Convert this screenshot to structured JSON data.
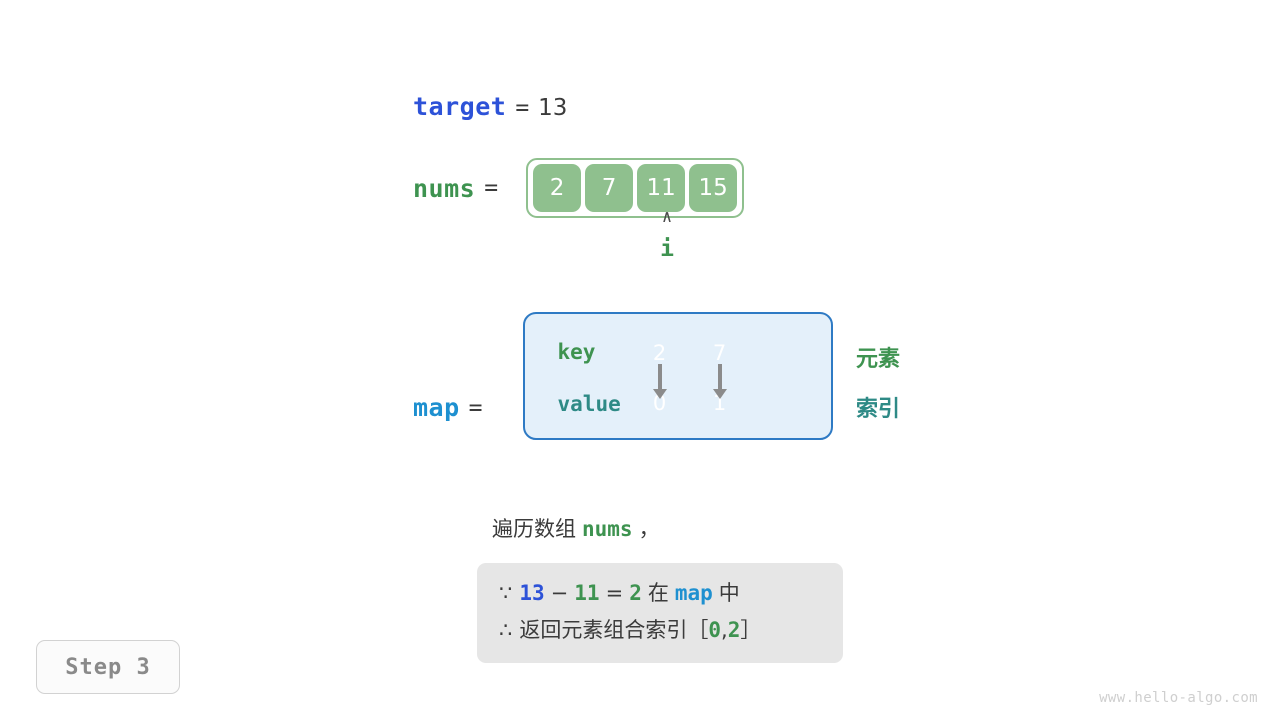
{
  "target": {
    "name": "target",
    "equals": "=",
    "value": "13"
  },
  "nums": {
    "name": "nums",
    "equals": "=",
    "cells": [
      "2",
      "7",
      "11",
      "15"
    ]
  },
  "pointer": {
    "caret": "∧",
    "label": "i",
    "points_to_index": 2
  },
  "map": {
    "name": "map",
    "equals": "=",
    "row_labels": {
      "key": "key",
      "value": "value"
    },
    "entries": [
      {
        "key": "2",
        "value": "0"
      },
      {
        "key": "7",
        "value": "1"
      }
    ],
    "legend": {
      "key_label": "元素",
      "value_label": "索引"
    }
  },
  "explanation": {
    "line": "遍历数组",
    "keyword": "nums",
    "comma": "，",
    "note": {
      "because_symbol": "∵",
      "a": "13",
      "minus": "−",
      "b": "11",
      "eq": "=",
      "result": "2",
      "mid_text": "在",
      "map_name": "map",
      "tail_text": "中",
      "therefore_symbol": "∴",
      "conclusion_text": "返回元素组合索引",
      "bracket_open": "［",
      "idx_a": "0",
      "idx_sep": ",",
      "idx_b": "2",
      "bracket_close": "］"
    }
  },
  "step_badge": {
    "label": "Step 3"
  },
  "watermark": {
    "text": "www.hello-algo.com"
  },
  "colors": {
    "green": "#8FC08E",
    "green_text": "#3E9350",
    "teal": "#4BBCB3",
    "teal_text": "#2E8A86",
    "blue": "#2D52D8",
    "light_blue": "#1E90D0",
    "map_bg": "#E4F0FA",
    "map_border": "#2E7AC4",
    "note_bg": "#E6E6E6",
    "gray_text": "#3b3b3b"
  }
}
